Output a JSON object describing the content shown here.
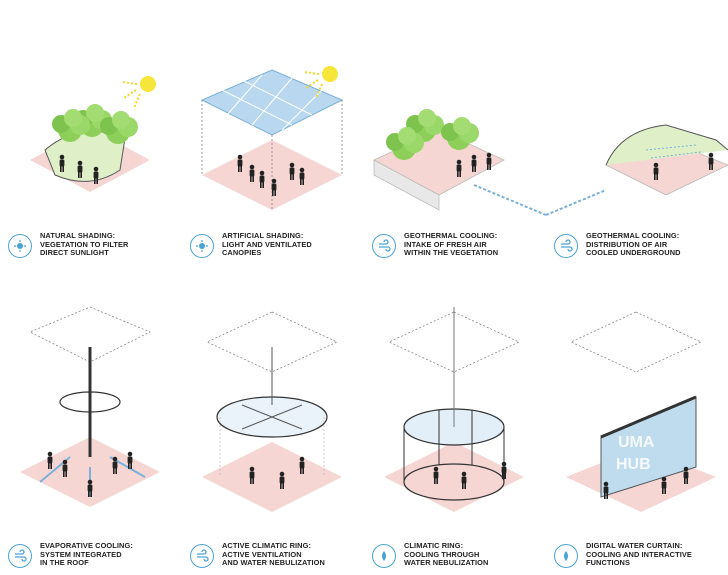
{
  "panels": [
    {
      "lines": [
        "NATURAL SHADING:",
        "VEGETATION TO FILTER",
        "DIRECT SUNLIGHT"
      ],
      "icon": "sun-shade-icon"
    },
    {
      "lines": [
        "ARTIFICIAL SHADING:",
        "LIGHT AND VENTILATED",
        "CANOPIES"
      ],
      "icon": "sun-shade-icon"
    },
    {
      "lines": [
        "GEOTHERMAL COOLING:",
        "INTAKE OF FRESH AIR",
        "WITHIN THE VEGETATION"
      ],
      "icon": "wind-icon"
    },
    {
      "lines": [
        "GEOTHERMAL COOLING:",
        "DISTRIBUTION OF AIR",
        "COOLED UNDERGROUND"
      ],
      "icon": "wind-icon"
    },
    {
      "lines": [
        "EVAPORATIVE COOLING:",
        "SYSTEM INTEGRATED",
        "IN THE ROOF"
      ],
      "icon": "wind-icon"
    },
    {
      "lines": [
        "ACTIVE CLIMATIC RING:",
        "ACTIVE VENTILATION",
        "AND WATER NEBULIZATION"
      ],
      "icon": "wind-icon"
    },
    {
      "lines": [
        "CLIMATIC RING:",
        "COOLING THROUGH",
        "WATER NEBULIZATION"
      ],
      "icon": "water-drop-icon"
    },
    {
      "lines": [
        "DIGITAL WATER CURTAIN:",
        "COOLING AND INTERACTIVE",
        "FUNCTIONS"
      ],
      "icon": "water-drop-icon"
    }
  ],
  "curtain_text": [
    "UMA",
    "HUB"
  ],
  "colors": {
    "accent": "#4aa3d8",
    "ground": "#f6d6d3",
    "green": "#8ecf5a",
    "sun": "#f7e63a",
    "canopy": "#b9d8ef"
  }
}
